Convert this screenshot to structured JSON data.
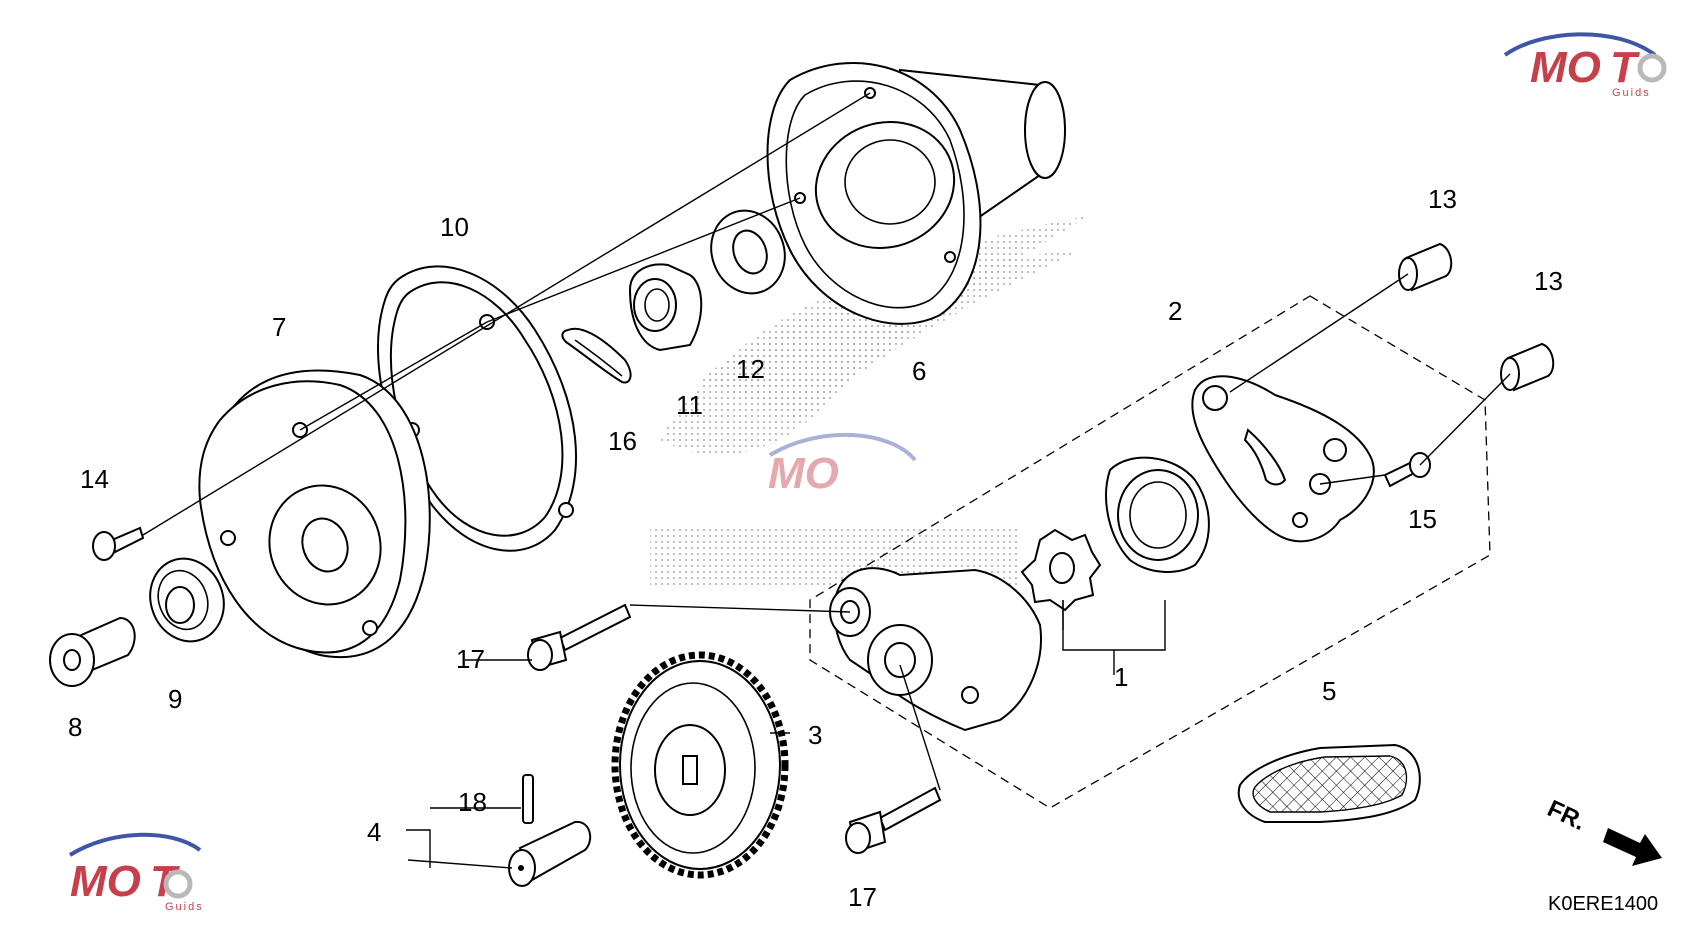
{
  "diagram": {
    "callouts": {
      "c1": "1",
      "c2": "2",
      "c3": "3",
      "c4": "4",
      "c5": "5",
      "c6": "6",
      "c7": "7",
      "c8": "8",
      "c9": "9",
      "c10": "10",
      "c11": "11",
      "c12": "12",
      "c13a": "13",
      "c13b": "13",
      "c14": "14",
      "c15": "15",
      "c16": "16",
      "c17a": "17",
      "c17b": "17",
      "c18": "18"
    },
    "front_marker": "FR.",
    "diagram_code": "K0ERE1400"
  },
  "watermark": {
    "brand_a": "MO",
    "brand_b": "T",
    "sub": "Guids",
    "colors": {
      "red": "#c73f4b",
      "blue": "#3e56a8",
      "gray": "#b9b9b9"
    }
  }
}
